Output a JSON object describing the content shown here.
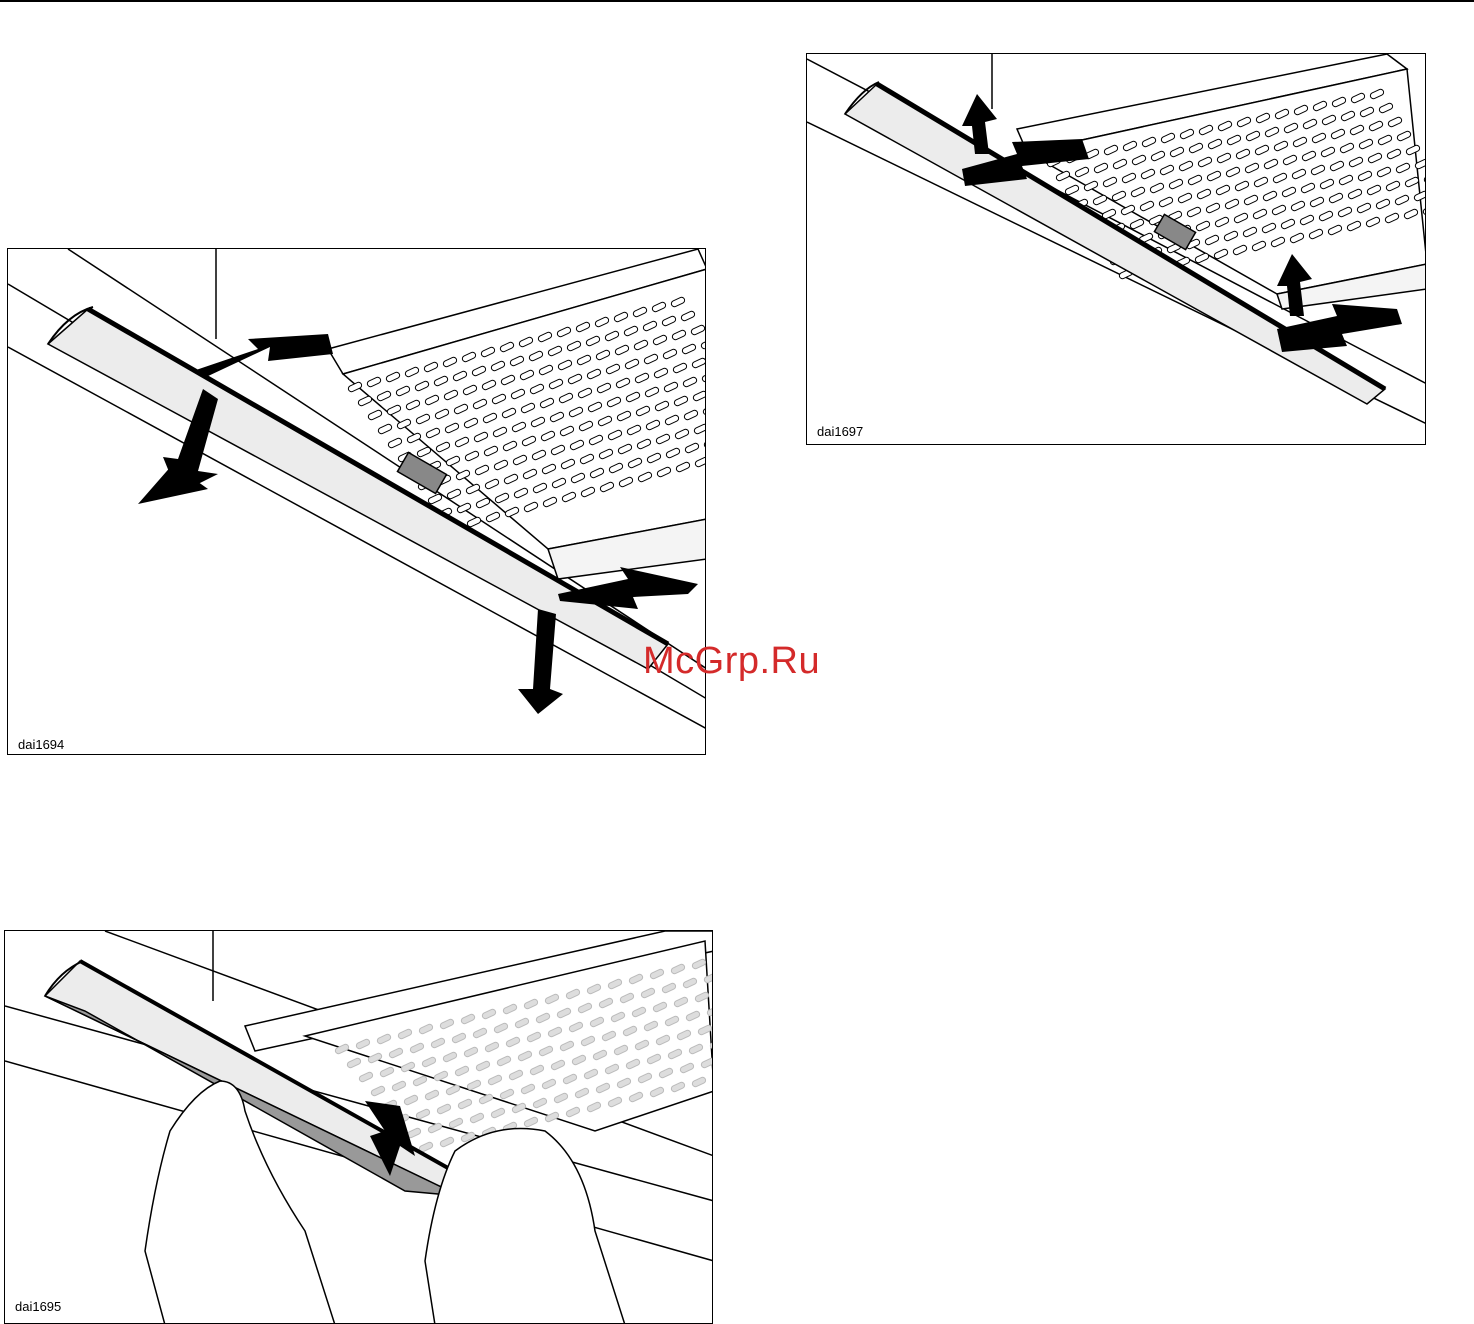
{
  "figures": [
    {
      "label": "dai1694"
    },
    {
      "label": "dai1697"
    },
    {
      "label": "dai1695"
    }
  ],
  "watermark": "McGrp.Ru",
  "colors": {
    "line": "#000000",
    "paper": "#ffffff",
    "shade": "#ececec",
    "dark": "#888888",
    "watermark": "#d42a2a"
  }
}
